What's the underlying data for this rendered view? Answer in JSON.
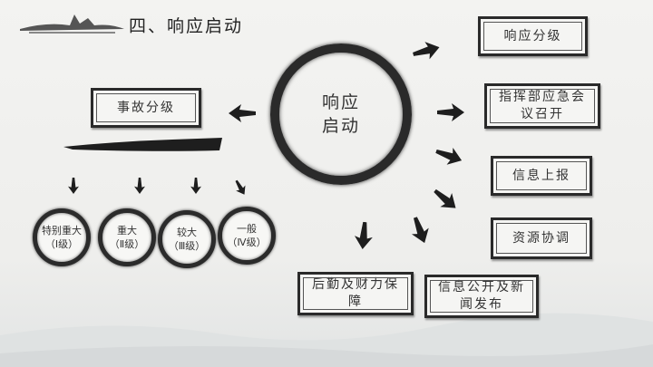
{
  "title": "四、响应启动",
  "center": {
    "line1": "响应",
    "line2": "启动"
  },
  "left_box": "事故分级",
  "levels": [
    {
      "line1": "特别重大",
      "line2": "（Ⅰ级）"
    },
    {
      "line1": "重大",
      "line2": "（Ⅱ级）"
    },
    {
      "line1": "较大",
      "line2": "（Ⅲ级）"
    },
    {
      "line1": "一般",
      "line2": "（Ⅳ级）"
    }
  ],
  "right_boxes": [
    "响应分级",
    "指挥部应急会议召开",
    "信息上报",
    "资源协调",
    "后勤及财力保障",
    "信息公开及新闻发布"
  ]
}
